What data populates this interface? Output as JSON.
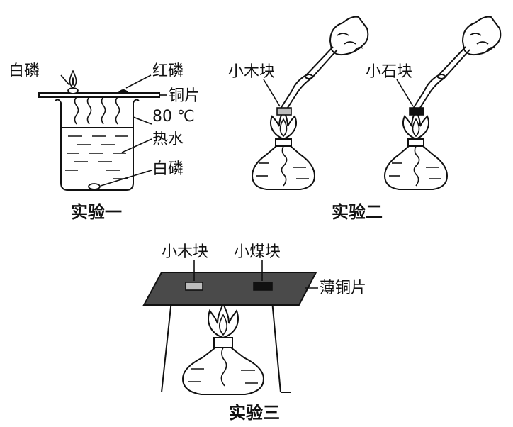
{
  "exp1": {
    "caption": "实验一",
    "white_p_top": "白磷",
    "red_p": "红磷",
    "copper": "铜片",
    "temp": "80 ℃",
    "hot_water": "热水",
    "white_p_bottom": "白磷"
  },
  "exp2": {
    "caption": "实验二",
    "wood": "小木块",
    "stone": "小石块"
  },
  "exp3": {
    "caption": "实验三",
    "wood": "小木块",
    "coal": "小煤块",
    "thin_copper": "薄铜片"
  },
  "colors": {
    "ink": "#111111",
    "plate": "#4a4a4a",
    "wood": "#bdbdbd",
    "dark_block": "#111111"
  }
}
